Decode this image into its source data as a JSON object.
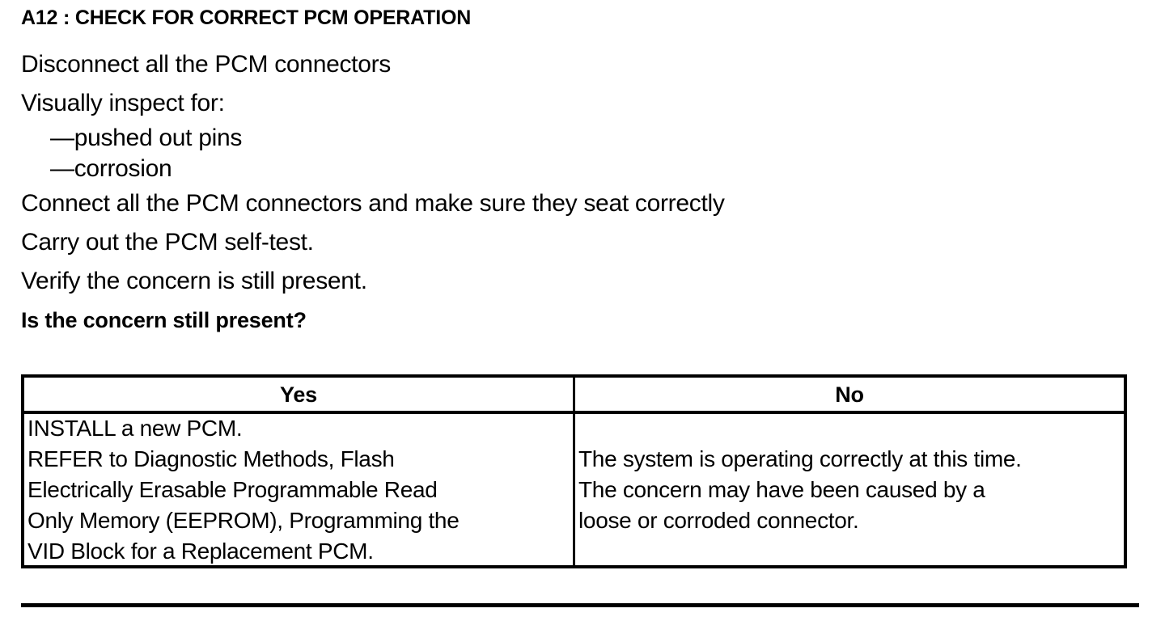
{
  "document": {
    "section_title": "A12 : CHECK FOR CORRECT PCM OPERATION",
    "steps": [
      {
        "text": "Disconnect all the PCM connectors",
        "style": "normal"
      },
      {
        "text": "Visually inspect for:",
        "style": "normal"
      },
      {
        "text": "—pushed out pins",
        "style": "sub"
      },
      {
        "text": "—corrosion",
        "style": "sub"
      },
      {
        "text": "Connect all the PCM connectors and make sure they seat correctly",
        "style": "normal"
      },
      {
        "text": "Carry out the PCM self-test.",
        "style": "normal"
      },
      {
        "text": "Verify the concern is still present.",
        "style": "normal"
      },
      {
        "text": "Is the concern still present?",
        "style": "question"
      }
    ],
    "decision_table": {
      "headers": [
        "Yes",
        "No"
      ],
      "yes_lines": [
        "INSTALL a new PCM.",
        "REFER to Diagnostic Methods, Flash",
        "Electrically Erasable Programmable Read",
        "Only Memory  (EEPROM), Programming the",
        "VID Block for a Replacement PCM."
      ],
      "no_lines": [
        "The system is operating correctly at this time.",
        "The concern may have been caused by a",
        "loose or corroded connector."
      ]
    },
    "colors": {
      "ink": "#000000",
      "paper": "#ffffff"
    }
  }
}
